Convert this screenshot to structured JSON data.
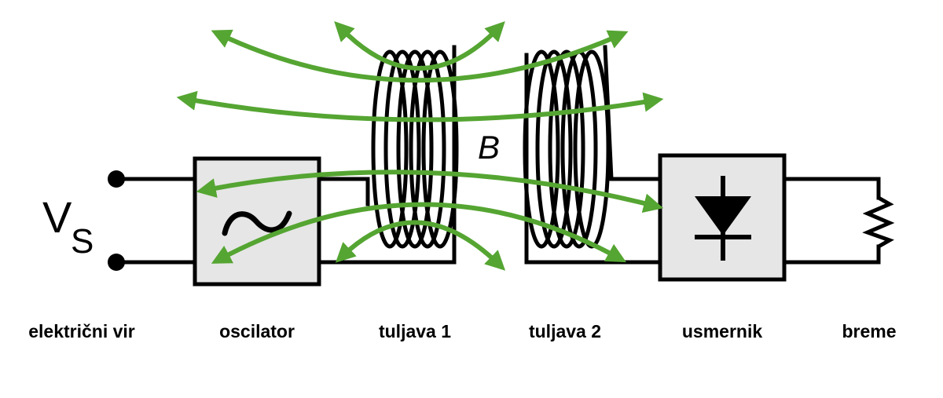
{
  "diagram": {
    "symbols": {
      "voltage": "V",
      "voltage_subscript": "S",
      "field": "B"
    },
    "labels": {
      "source": "električni vir",
      "oscillator": "oscilator",
      "coil1": "tuljava 1",
      "coil2": "tuljava 2",
      "rectifier": "usmernik",
      "load": "breme"
    },
    "colors": {
      "field_lines": "#55a532",
      "box_fill": "#e6e6e6",
      "wire": "#000000"
    },
    "icons": {
      "oscillator": "sine-wave-icon",
      "rectifier": "diode-icon",
      "load": "resistor-icon"
    }
  }
}
